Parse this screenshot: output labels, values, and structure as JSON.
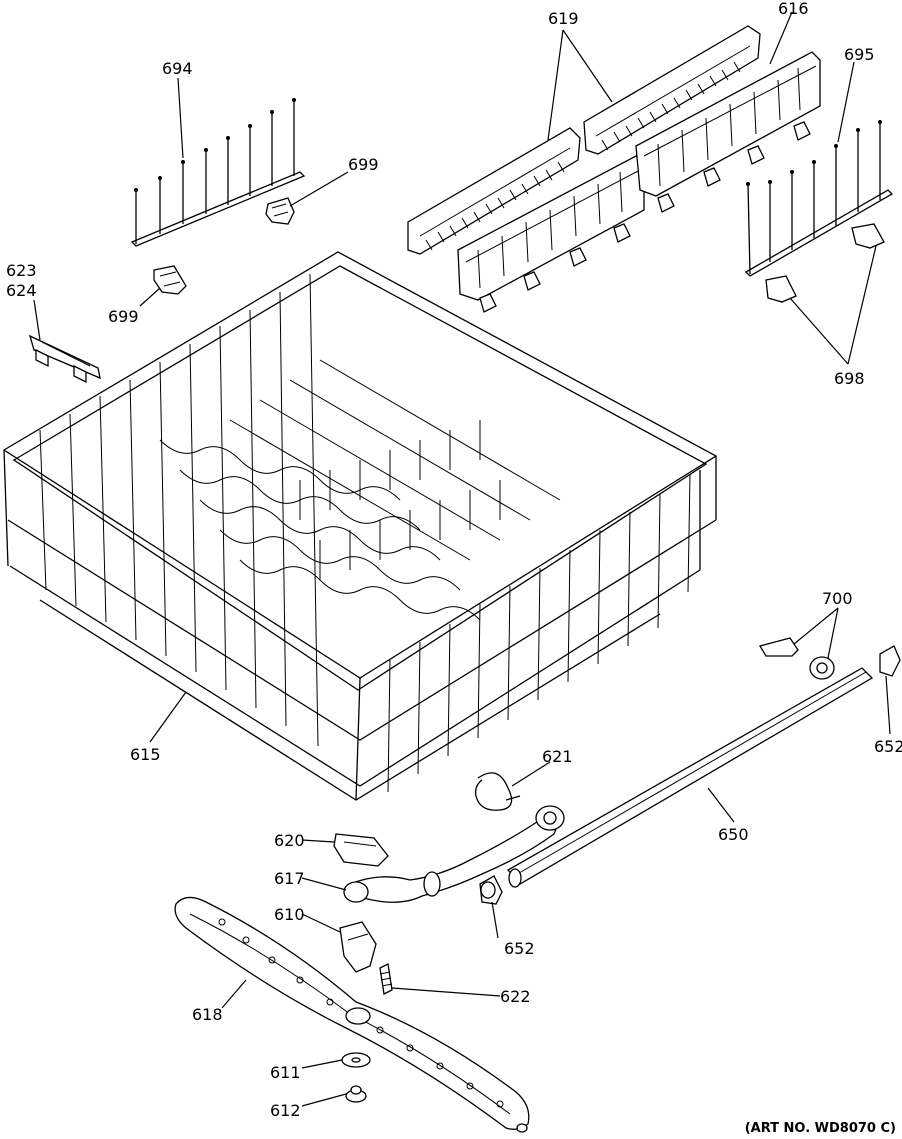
{
  "callouts": {
    "c694": "694",
    "c699a": "699",
    "c699b": "699",
    "c619": "619",
    "c616": "616",
    "c695": "695",
    "c623": "623",
    "c624": "624",
    "c698": "698",
    "c615": "615",
    "c700": "700",
    "c652a": "652",
    "c621": "621",
    "c650": "650",
    "c620": "620",
    "c617": "617",
    "c652b": "652",
    "c610": "610",
    "c622": "622",
    "c618": "618",
    "c611": "611",
    "c612": "612"
  },
  "art_number": "(ART NO. WD8070 C)"
}
